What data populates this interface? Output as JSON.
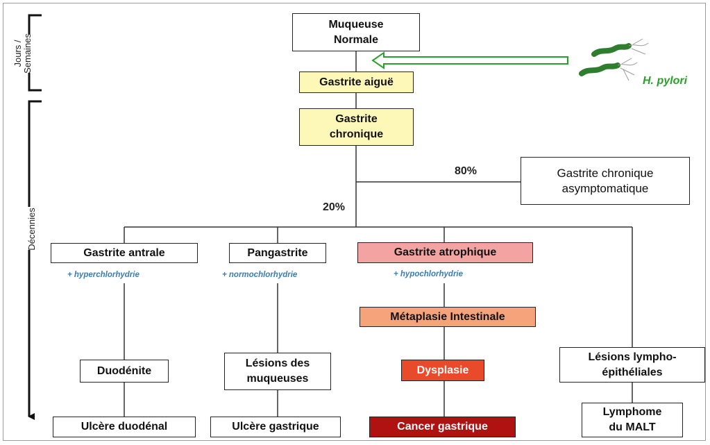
{
  "timeline": {
    "top_label": "Jours /\nSemaines",
    "bottom_label": "Décennies"
  },
  "nodes": {
    "muqueuse_normale": "Muqueuse\nNormale",
    "gastrite_aigue": "Gastrite aiguë",
    "gastrite_chronique": "Gastrite\nchronique",
    "gastrite_asymptomatique": "Gastrite chronique\nasymptomatique",
    "gastrite_antrale": "Gastrite antrale",
    "pangastrite": "Pangastrite",
    "gastrite_atrophique": "Gastrite atrophique",
    "metaplasie": "Métaplasie Intestinale",
    "duodenite": "Duodénite",
    "lesions_muqueuses": "Lésions des\nmuqueuses",
    "dysplasie": "Dysplasie",
    "lesions_lympho": "Lésions lympho-\népithéliales",
    "ulcere_duodenal": "Ulcère duodénal",
    "ulcere_gastrique": "Ulcère gastrique",
    "cancer_gastrique": "Cancer gastrique",
    "lymphome_malt": "Lymphome\ndu MALT"
  },
  "notes": {
    "hyperchlorhydrie": "+ hyperchlorhydrie",
    "normochlorhydrie": "+ normochlorhydrie",
    "hypochlorhydrie": "+ hypochlorhydrie"
  },
  "percentages": {
    "p80": "80%",
    "p20": "20%"
  },
  "pathogen": {
    "label": "H. pylori",
    "icon": "bacteria-icon",
    "color": "#2aa02a"
  },
  "colors": {
    "yellow": "#fdf8b8",
    "pink": "#f4a3a3",
    "salmon": "#f6a27a",
    "red": "#e84a2a",
    "dark_red": "#b01212",
    "note_blue": "#3a7db3",
    "arrow_green": "#2aa02a"
  }
}
